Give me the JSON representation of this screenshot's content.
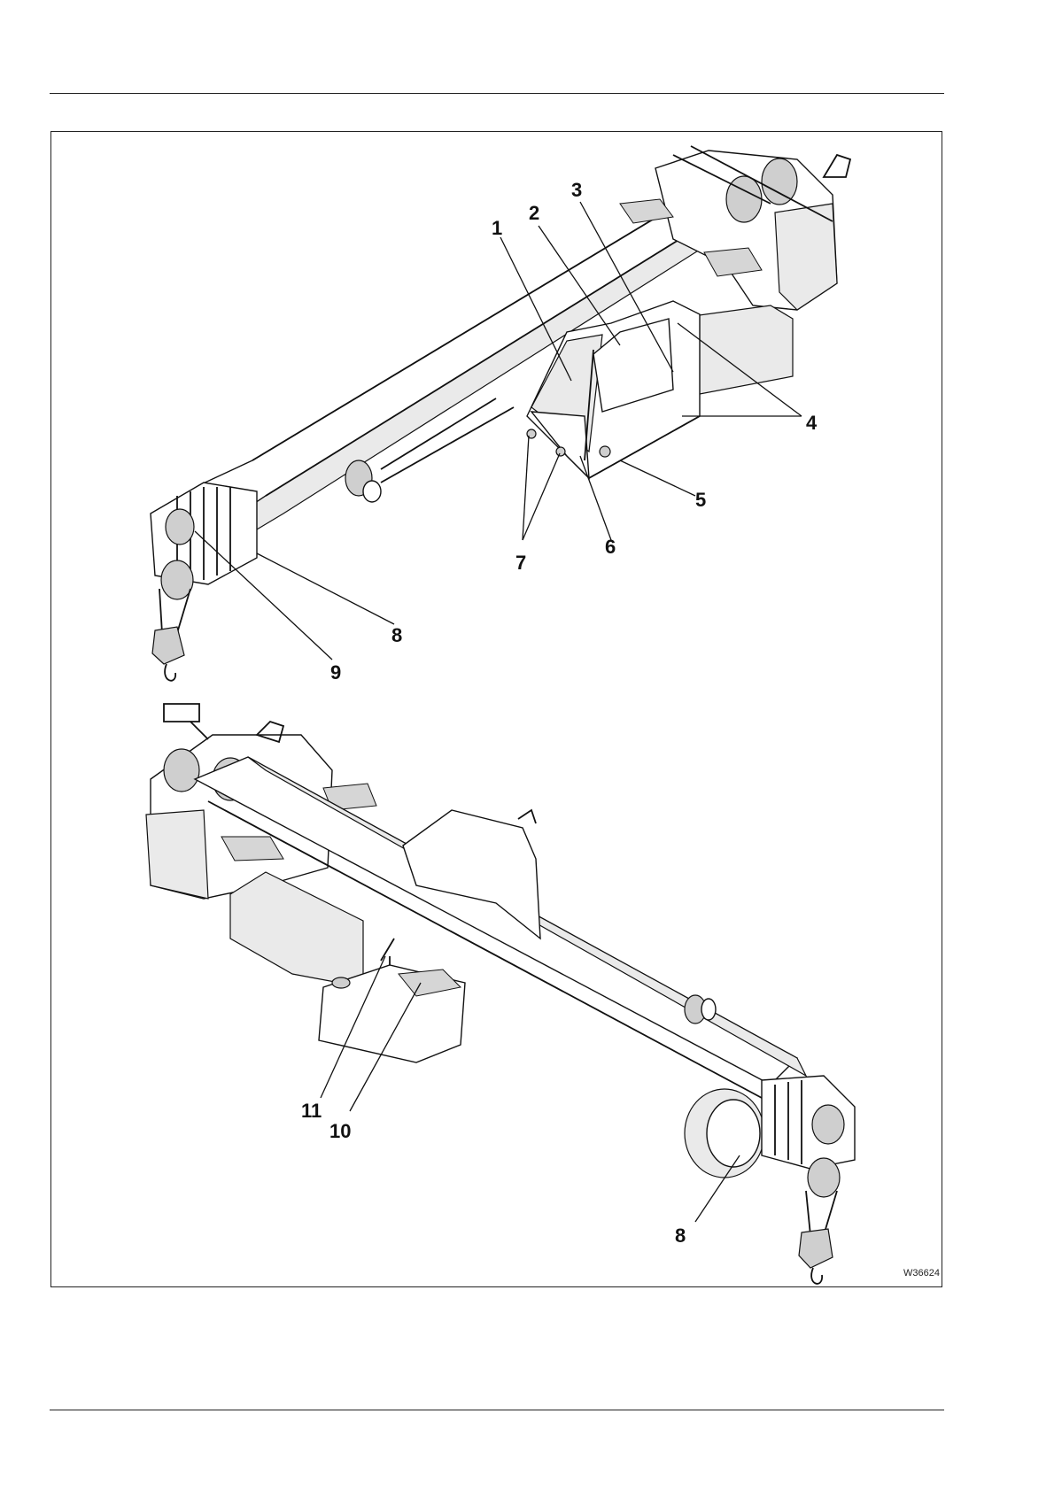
{
  "figure": {
    "code": "W36624",
    "callouts": {
      "c1": "1",
      "c2": "2",
      "c3": "3",
      "c4": "4",
      "c5": "5",
      "c6": "6",
      "c7": "7",
      "c8a": "8",
      "c9": "9",
      "c8b": "8",
      "c10": "10",
      "c11": "11"
    }
  }
}
